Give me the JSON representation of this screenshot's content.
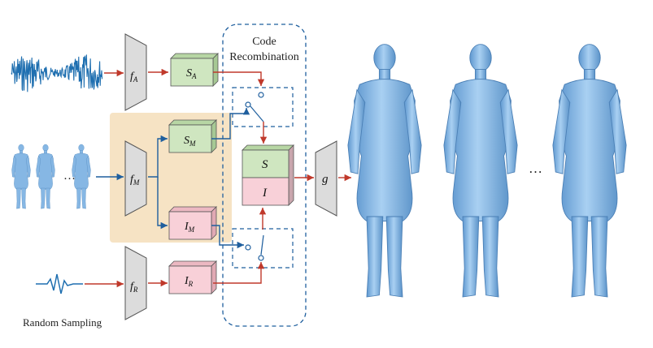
{
  "labels": {
    "code_recombination_line1": "Code",
    "code_recombination_line2": "Recombination",
    "random_sampling": "Random Sampling",
    "ellipsis_left": "…",
    "ellipsis_right": "…"
  },
  "encoders": {
    "audio": {
      "symbol": "f",
      "subscript": "A"
    },
    "motion": {
      "symbol": "f",
      "subscript": "M"
    },
    "random": {
      "symbol": "f",
      "subscript": "R"
    }
  },
  "codes": {
    "style_audio": {
      "symbol": "S",
      "subscript": "A"
    },
    "style_motion": {
      "symbol": "S",
      "subscript": "M"
    },
    "identity_motion": {
      "symbol": "I",
      "subscript": "M"
    },
    "identity_random": {
      "symbol": "I",
      "subscript": "R"
    },
    "style_combined": {
      "symbol": "S"
    },
    "identity_combined": {
      "symbol": "I"
    }
  },
  "decoder": {
    "symbol": "g"
  },
  "colors": {
    "style_code": "#cfe6c0",
    "identity_code": "#f8d0d8",
    "encoder": "#dcdcdc",
    "motion_panel": "#f6e3c4",
    "body_mesh": "#86b7e4",
    "audio_wave": "#1f6fb0",
    "arrow_red": "#c0392b",
    "arrow_blue": "#1f5f9e"
  }
}
